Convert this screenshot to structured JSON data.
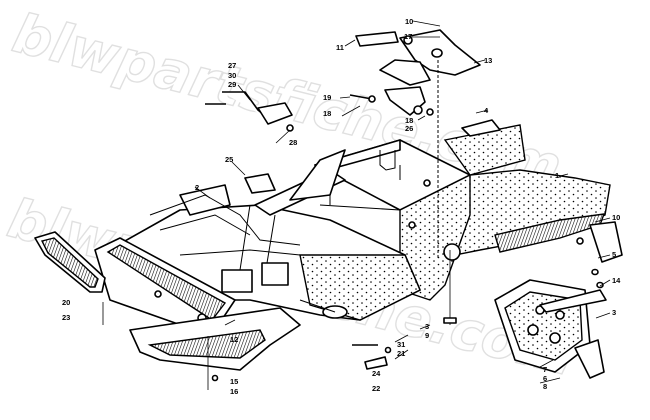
{
  "watermark": {
    "text": "blwpartsfiche.com",
    "text_lower": "blwparts fiche.com"
  },
  "callouts": [
    {
      "id": "c1",
      "label": "1"
    },
    {
      "id": "c2",
      "label": "2"
    },
    {
      "id": "c3a",
      "label": "3"
    },
    {
      "id": "c3b",
      "label": "3"
    },
    {
      "id": "c4",
      "label": "4"
    },
    {
      "id": "c5",
      "label": "5"
    },
    {
      "id": "c6",
      "label": "6"
    },
    {
      "id": "c7",
      "label": "7"
    },
    {
      "id": "c8",
      "label": "8"
    },
    {
      "id": "c9",
      "label": "9"
    },
    {
      "id": "c10a",
      "label": "10"
    },
    {
      "id": "c10b",
      "label": "10"
    },
    {
      "id": "c11",
      "label": "11"
    },
    {
      "id": "c12",
      "label": "12"
    },
    {
      "id": "c13",
      "label": "13"
    },
    {
      "id": "c14",
      "label": "14"
    },
    {
      "id": "c15",
      "label": "15"
    },
    {
      "id": "c16",
      "label": "16"
    },
    {
      "id": "c17",
      "label": "17"
    },
    {
      "id": "c18a",
      "label": "18"
    },
    {
      "id": "c18b",
      "label": "18"
    },
    {
      "id": "c19",
      "label": "19"
    },
    {
      "id": "c20",
      "label": "20"
    },
    {
      "id": "c21",
      "label": "21"
    },
    {
      "id": "c22",
      "label": "22"
    },
    {
      "id": "c23",
      "label": "23"
    },
    {
      "id": "c24",
      "label": "24"
    },
    {
      "id": "c25",
      "label": "25"
    },
    {
      "id": "c26",
      "label": "26"
    },
    {
      "id": "c27",
      "label": "27"
    },
    {
      "id": "c28",
      "label": "28"
    },
    {
      "id": "c29",
      "label": "29"
    },
    {
      "id": "c30",
      "label": "30"
    },
    {
      "id": "c31",
      "label": "31"
    }
  ]
}
